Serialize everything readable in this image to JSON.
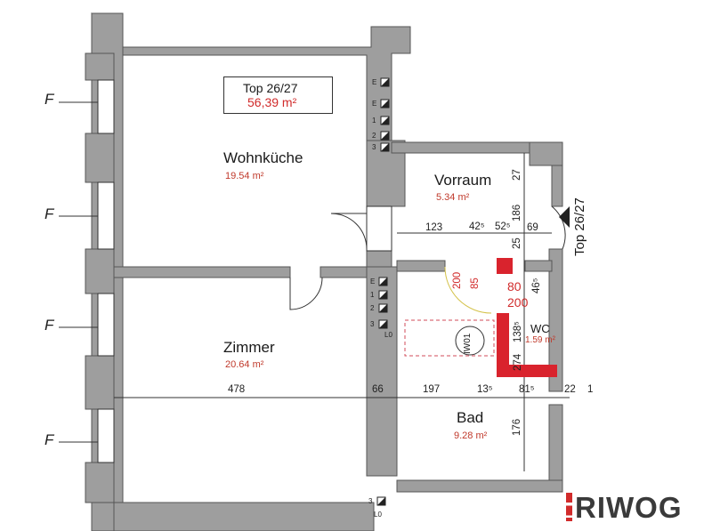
{
  "title_box": {
    "unit": "Top 26/27",
    "total_area": "56,39 m²"
  },
  "rooms": [
    {
      "id": "wohnkueche",
      "name": "Wohnküche",
      "area": "19.54 m²"
    },
    {
      "id": "vorraum",
      "name": "Vorraum",
      "area": "5.34 m²"
    },
    {
      "id": "zimmer",
      "name": "Zimmer",
      "area": "20.64 m²"
    },
    {
      "id": "bad",
      "name": "Bad",
      "area": "9.28 m²"
    },
    {
      "id": "wc",
      "name": "WC",
      "area": "1.59 m²"
    }
  ],
  "dimensions": {
    "d478": "478",
    "d66": "66",
    "d197": "197",
    "d135a": "13⁵",
    "d815": "81⁵",
    "d22": "22",
    "d1": "1",
    "d123": "123",
    "d425": "42⁵",
    "d525": "52⁵",
    "d69": "69",
    "d27": "27",
    "d186": "186",
    "d25": "25",
    "d465": "46⁵",
    "d85": "85",
    "d200a": "200",
    "d80": "80",
    "d200b": "200",
    "d1385": "138⁵",
    "d274": "274",
    "d176": "176"
  },
  "window_label": "F",
  "entrance_label": "Top 26/27",
  "symbols": [
    "E",
    "E",
    "1",
    "2",
    "3",
    "E",
    "1",
    "2",
    "3",
    "L0",
    "3",
    "L0"
  ],
  "iw_label": "IW01",
  "logo": {
    "text": "RIWOG"
  },
  "colors": {
    "wall": "#9e9e9e",
    "accent": "#d12b2b",
    "line": "#222222"
  }
}
